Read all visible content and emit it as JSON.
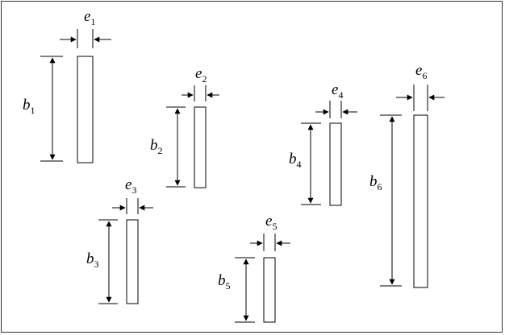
{
  "diagram": {
    "stroke_color": "#000000",
    "bar_fill": "#ffffff",
    "elements": [
      {
        "id": "1",
        "height_label": "b",
        "height_sub": "1",
        "thickness_label": "e",
        "thickness_sub": "1"
      },
      {
        "id": "2",
        "height_label": "b",
        "height_sub": "2",
        "thickness_label": "e",
        "thickness_sub": "2"
      },
      {
        "id": "3",
        "height_label": "b",
        "height_sub": "3",
        "thickness_label": "e",
        "thickness_sub": "3"
      },
      {
        "id": "4",
        "height_label": "b",
        "height_sub": "4",
        "thickness_label": "e",
        "thickness_sub": "4"
      },
      {
        "id": "5",
        "height_label": "b",
        "height_sub": "5",
        "thickness_label": "e",
        "thickness_sub": "5"
      },
      {
        "id": "6",
        "height_label": "b",
        "height_sub": "6",
        "thickness_label": "e",
        "thickness_sub": "6"
      }
    ]
  }
}
